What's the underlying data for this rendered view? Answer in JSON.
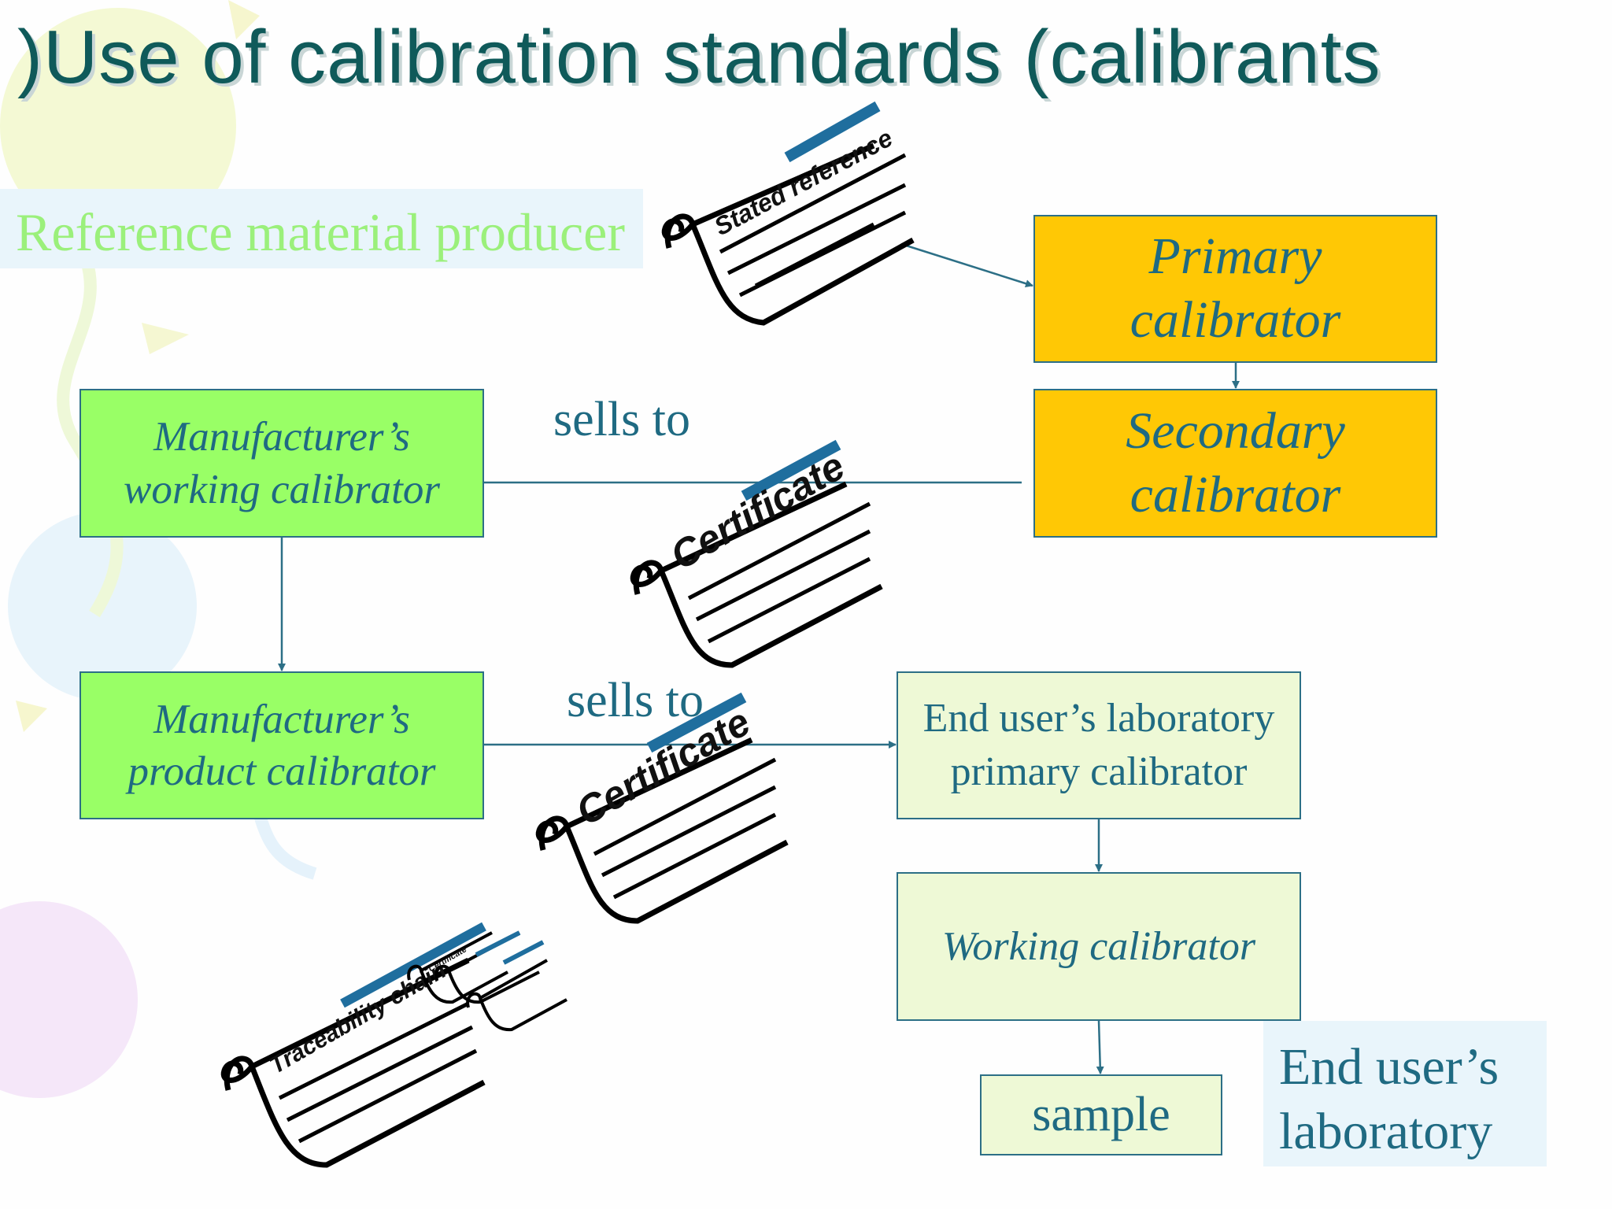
{
  "slide": {
    "title": ")Use of calibration standards (calibrants",
    "producer_label": "Reference material producer",
    "end_user_label": "End user’s laboratory"
  },
  "boxes": {
    "primary": "Primary calibrator",
    "secondary": "Secondary calibrator",
    "mfr_working": "Manufacturer’s working calibrator",
    "mfr_product": "Manufacturer’s product calibrator",
    "end_primary": "End user’s laboratory  primary calibrator",
    "working": "Working calibrator",
    "sample": "sample"
  },
  "edges": {
    "sells_to_1": "sells to",
    "sells_to_2": "sells to"
  },
  "scrolls": {
    "stated_reference": "Stated reference",
    "certificate_1": "Certificate",
    "certificate_2": "Certificate",
    "traceability": "Traceability chain",
    "mini_certificate": "Certificate"
  },
  "colors": {
    "title": "#0f5a5a",
    "orange_box": "#ffc805",
    "green_box": "#99ff66",
    "pale_box": "#eef9d6",
    "producer_text": "#9bf07b",
    "body_text": "#1f6a82",
    "scroll_stripe": "#1f6e9e"
  }
}
